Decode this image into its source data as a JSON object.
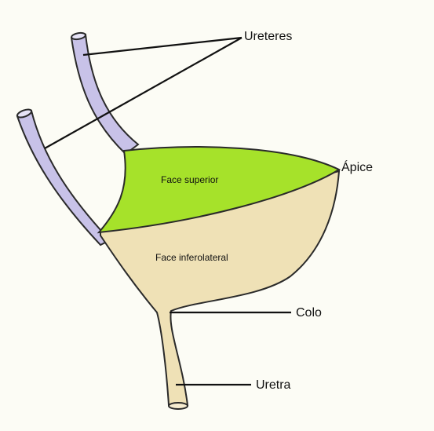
{
  "labels": {
    "ureteres": "Ureteres",
    "apice": "Ápice",
    "colo": "Colo",
    "uretra": "Uretra",
    "face_superior": "Face superior",
    "face_inferolateral": "Face inferolateral"
  },
  "colors": {
    "background": "#fcfcf5",
    "superior_face": "#a6e22a",
    "inferolateral_face": "#efe1b6",
    "ureters": "#c8c2e8",
    "outline": "#2a2a2a"
  }
}
